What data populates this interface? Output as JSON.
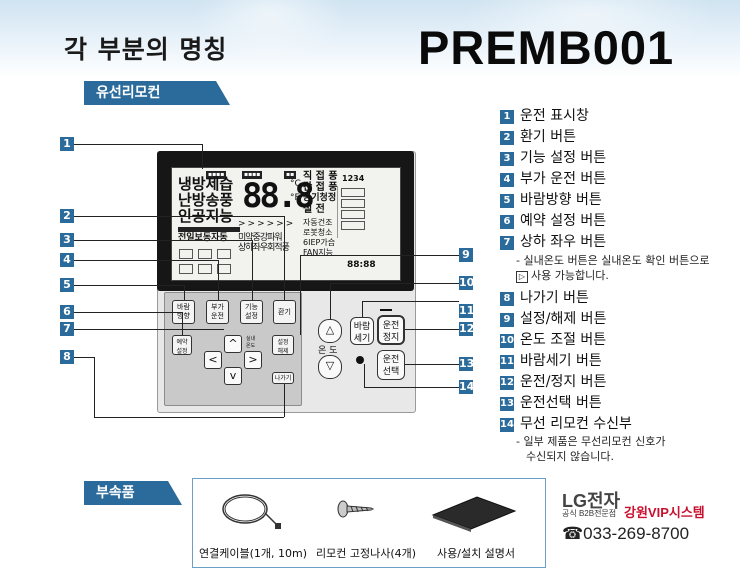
{
  "header": {
    "title": "각 부분의 명칭",
    "model": "PREMB001"
  },
  "section_tag": "유선리모컨",
  "accessory_tag": "부속품",
  "callouts": [
    "1",
    "2",
    "3",
    "4",
    "5",
    "6",
    "7",
    "8",
    "9",
    "10",
    "11",
    "12",
    "13",
    "14"
  ],
  "parts": [
    {
      "num": "1",
      "label": "운전 표시창"
    },
    {
      "num": "2",
      "label": "환기 버튼"
    },
    {
      "num": "3",
      "label": "기능 설정 버튼"
    },
    {
      "num": "4",
      "label": "부가 운전 버튼"
    },
    {
      "num": "5",
      "label": "바람방향 버튼"
    },
    {
      "num": "6",
      "label": "예약 설정 버튼"
    },
    {
      "num": "7",
      "label": "상하 좌우 버튼"
    },
    {
      "num": "8",
      "label": "나가기 버튼"
    },
    {
      "num": "9",
      "label": "설정/해제 버튼"
    },
    {
      "num": "10",
      "label": "온도 조절 버튼"
    },
    {
      "num": "11",
      "label": "바람세기 버튼"
    },
    {
      "num": "12",
      "label": "운전/정지 버튼"
    },
    {
      "num": "13",
      "label": "운전선택 버튼"
    },
    {
      "num": "14",
      "label": "무선 리모컨 수신부"
    }
  ],
  "notes": {
    "note7_line1": "- 실내온도 버튼은 실내온도 확인 버튼으로",
    "note7_line2": "사용 가능합니다.",
    "note14_line1": "- 일부 제품은 무선리모컨 신호가",
    "note14_line2": "수신되지 않습니다."
  },
  "remote": {
    "lcd": {
      "mode_col1": [
        "냉방제습",
        "난방송풍",
        "인공지능"
      ],
      "mode_col2": [
        "직 접 풍",
        "간 접 풍",
        "공기청정",
        "절 전"
      ],
      "side_list": [
        "자동건조",
        "로봇청소",
        "6IEP가습",
        "FAN지능"
      ],
      "temp": "88.8",
      "bottom_row": [
        "전일보동자동",
        "미약중강파워",
        "상하좌우회적풍"
      ],
      "digits_top": "1234",
      "digits_bottom": "88:88"
    },
    "buttons": {
      "wind_dir": "바람\n방향",
      "aux": "부가\n운전",
      "func": "기능\n설정",
      "vent": "환기",
      "reserve": "예약\n설정",
      "room_temp": "실내\n온도",
      "set_cancel": "설정\n해제",
      "exit": "나가기",
      "up": "^",
      "down": "v",
      "left": "<",
      "right": ">",
      "temp_label": "온 도",
      "temp_up": "△",
      "temp_down": "▽",
      "fan_speed": "바람\n세기",
      "run_stop": "운전\n정지",
      "run_select": "운전\n선택"
    }
  },
  "accessories": [
    {
      "label": "연결케이블(1개, 10m)"
    },
    {
      "label": "리모컨 고정나사(4개)"
    },
    {
      "label": "사용/설치 설명서"
    }
  ],
  "dealer": {
    "brand": "LG전자",
    "sub": "공식 B2B전문점",
    "name": "강원VIP시스템",
    "phone": "☎033-269-8700"
  },
  "colors": {
    "accent": "#2b6b9b",
    "dealer_red": "#c8102e"
  }
}
